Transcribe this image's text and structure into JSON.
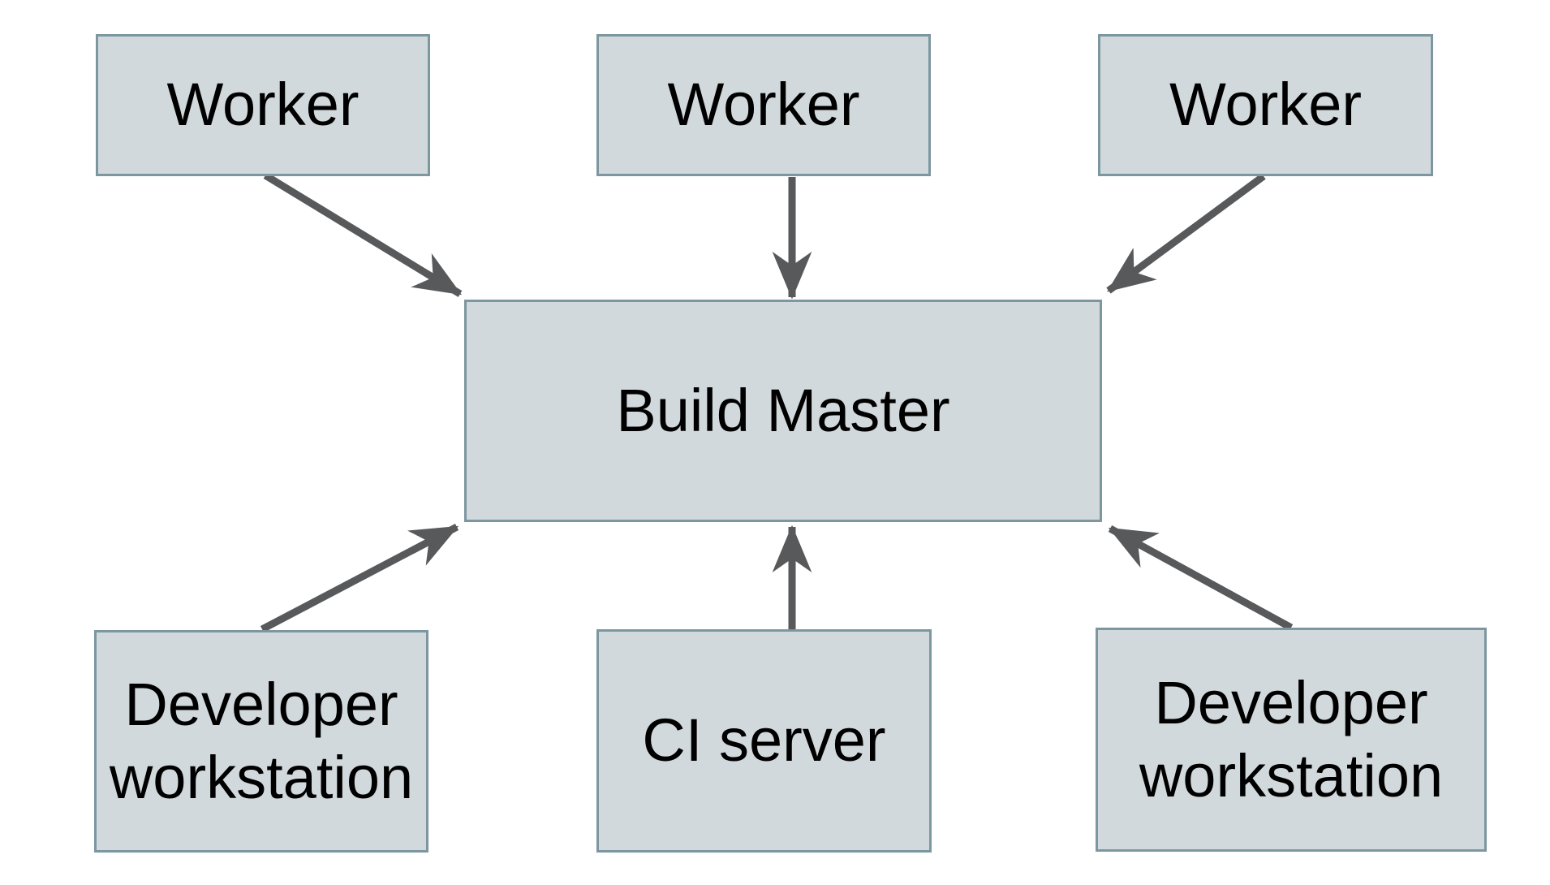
{
  "diagram": {
    "title": "",
    "nodes": [
      {
        "id": "worker-1",
        "label": "Worker"
      },
      {
        "id": "worker-2",
        "label": "Worker"
      },
      {
        "id": "worker-3",
        "label": "Worker"
      },
      {
        "id": "build-master",
        "label": "Build Master"
      },
      {
        "id": "developer-workstation-1",
        "label": "Developer workstation"
      },
      {
        "id": "ci-server",
        "label": "CI server"
      },
      {
        "id": "developer-workstation-2",
        "label": "Developer workstation"
      }
    ],
    "edges": [
      {
        "from": "worker-1",
        "to": "build-master",
        "direction": "arrow-into-top-left"
      },
      {
        "from": "worker-2",
        "to": "build-master",
        "direction": "arrow-into-top"
      },
      {
        "from": "worker-3",
        "to": "build-master",
        "direction": "arrow-into-top-right"
      },
      {
        "from": "developer-workstation-1",
        "to": "build-master",
        "direction": "arrow-into-bottom-left"
      },
      {
        "from": "ci-server",
        "to": "build-master",
        "direction": "arrow-into-bottom"
      },
      {
        "from": "developer-workstation-2",
        "to": "build-master",
        "direction": "arrow-into-bottom-right"
      }
    ],
    "colors": {
      "background": "#ffffff",
      "node_fill": "#d2d9dc",
      "node_border": "#7d97a1",
      "arrow": "#58595b",
      "text": "#000000"
    }
  }
}
